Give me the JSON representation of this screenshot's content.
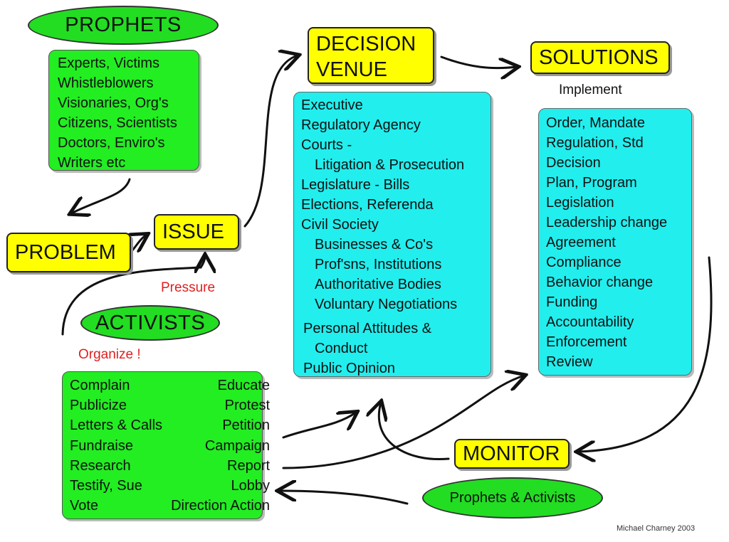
{
  "prophets": {
    "title": "PROPHETS",
    "items": [
      "Experts, Victims",
      "Whistleblowers",
      "Visionaries, Org's",
      "Citizens, Scientists",
      "Doctors, Enviro's",
      "Writers etc"
    ]
  },
  "problem": "PROBLEM",
  "issue": "ISSUE",
  "pressure": "Pressure",
  "activists": {
    "title": "ACTIVISTS",
    "organize": "Organize !",
    "left": [
      "Complain",
      "Publicize",
      "Letters & Calls",
      "Fundraise",
      "Research",
      "Testify, Sue",
      "Vote"
    ],
    "right": [
      "Educate",
      "Protest",
      "Petition",
      "Campaign",
      "Report",
      "Lobby",
      "Direction Action"
    ]
  },
  "decision_venue": {
    "title_line1": "DECISION",
    "title_line2": "VENUE",
    "items": [
      {
        "text": "Executive",
        "indent": 0
      },
      {
        "text": "Regulatory Agency",
        "indent": 0
      },
      {
        "text": "Courts -",
        "indent": 0
      },
      {
        "text": "Litigation & Prosecution",
        "indent": 2
      },
      {
        "text": "Legislature - Bills",
        "indent": 0
      },
      {
        "text": "Elections, Referenda",
        "indent": 0
      },
      {
        "text": "Civil Society",
        "indent": 0
      },
      {
        "text": "Businesses & Co's",
        "indent": 2
      },
      {
        "text": "Prof'sns, Institutions",
        "indent": 2
      },
      {
        "text": "Authoritative Bodies",
        "indent": 2
      },
      {
        "text": "Voluntary Negotiations",
        "indent": 2
      },
      {
        "text": "Personal Attitudes &",
        "indent": 1
      },
      {
        "text": "Conduct",
        "indent": 2
      },
      {
        "text": "Public Opinion",
        "indent": 1
      }
    ]
  },
  "solutions": {
    "title": "SOLUTIONS",
    "implement": "Implement",
    "items": [
      "Order, Mandate",
      "Regulation, Std",
      "Decision",
      "Plan, Program",
      "Legislation",
      "Leadership change",
      "Agreement",
      "Compliance",
      "Behavior change",
      "Funding",
      "Accountability",
      "Enforcement",
      "Review"
    ]
  },
  "monitor": {
    "title": "MONITOR",
    "sub": "Prophets & Activists"
  },
  "credit": "Michael Charney 2003",
  "colors": {
    "green": "#22ee22",
    "yellow": "#ffff00",
    "cyan": "#22eeee",
    "red": "#e02020"
  }
}
